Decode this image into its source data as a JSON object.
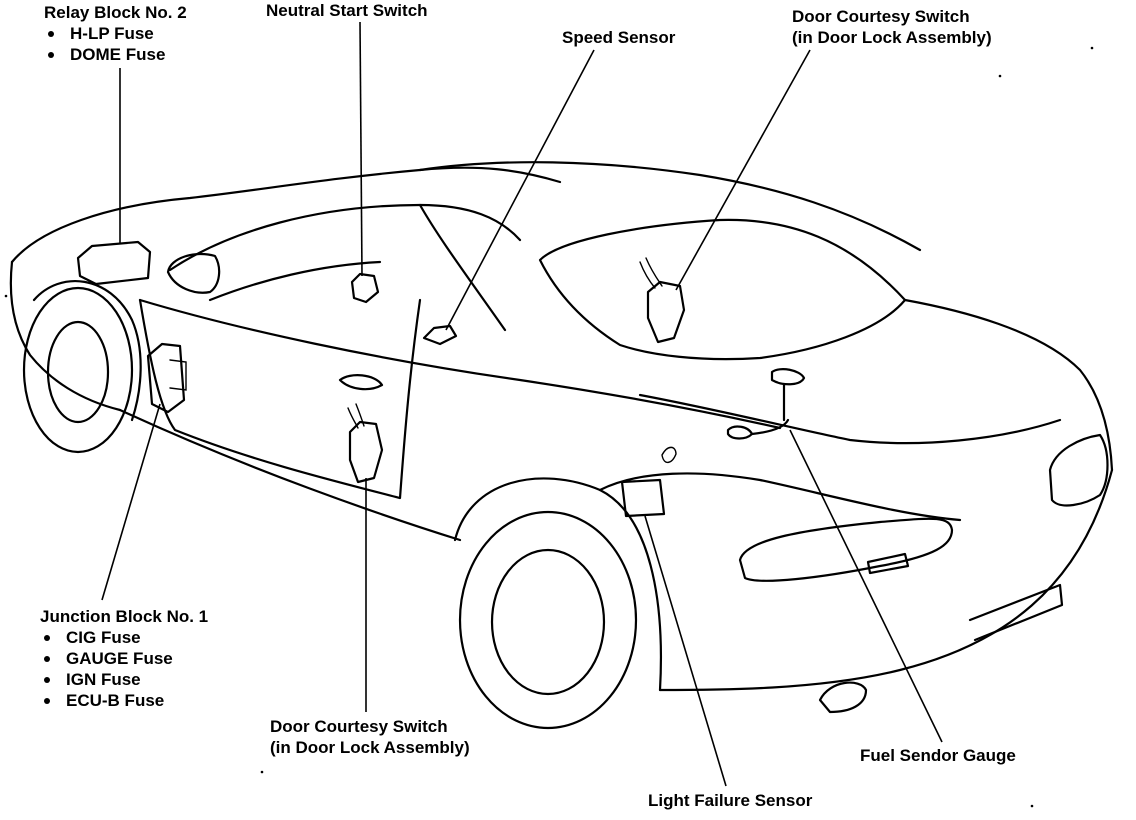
{
  "labels": {
    "relay_block": {
      "title": "Relay Block No. 2",
      "items": [
        "H-LP Fuse",
        "DOME Fuse"
      ]
    },
    "neutral_start": "Neutral Start Switch",
    "speed_sensor": "Speed Sensor",
    "door_courtesy_top": {
      "line1": "Door Courtesy Switch",
      "line2": "(in Door Lock Assembly)"
    },
    "junction_block": {
      "title": "Junction Block No. 1",
      "items": [
        "CIG Fuse",
        "GAUGE Fuse",
        "IGN Fuse",
        "ECU-B Fuse"
      ]
    },
    "door_courtesy_bottom": {
      "line1": "Door Courtesy Switch",
      "line2": "(in Door Lock Assembly)"
    },
    "fuel_sender": "Fuel Sendor Gauge",
    "light_failure": "Light Failure Sensor"
  }
}
